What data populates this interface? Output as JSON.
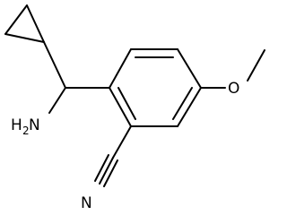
{
  "molecule": {
    "atoms": {
      "amine": {
        "label": "H",
        "subscript": "2",
        "suffix": "N"
      },
      "methoxy_oxygen": {
        "label": "O"
      },
      "nitrile_nitrogen": {
        "label": "N"
      }
    }
  }
}
